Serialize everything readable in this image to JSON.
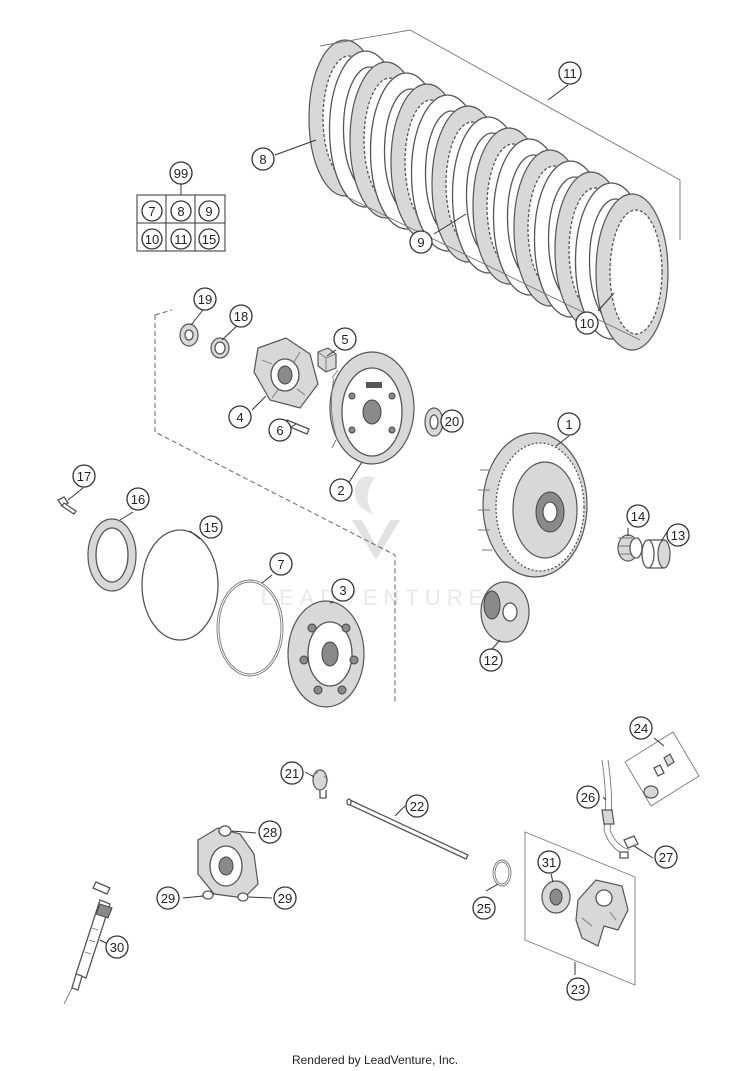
{
  "diagram": {
    "callouts": [
      {
        "id": "1",
        "label": "1"
      },
      {
        "id": "2",
        "label": "2"
      },
      {
        "id": "3",
        "label": "3"
      },
      {
        "id": "4",
        "label": "4"
      },
      {
        "id": "5",
        "label": "5"
      },
      {
        "id": "6",
        "label": "6"
      },
      {
        "id": "7",
        "label": "7"
      },
      {
        "id": "8",
        "label": "8"
      },
      {
        "id": "9",
        "label": "9"
      },
      {
        "id": "10",
        "label": "10"
      },
      {
        "id": "11",
        "label": "11"
      },
      {
        "id": "12",
        "label": "12"
      },
      {
        "id": "13",
        "label": "13"
      },
      {
        "id": "14",
        "label": "14"
      },
      {
        "id": "15",
        "label": "15"
      },
      {
        "id": "16",
        "label": "16"
      },
      {
        "id": "17",
        "label": "17"
      },
      {
        "id": "18",
        "label": "18"
      },
      {
        "id": "19",
        "label": "19"
      },
      {
        "id": "20",
        "label": "20"
      },
      {
        "id": "21",
        "label": "21"
      },
      {
        "id": "22",
        "label": "22"
      },
      {
        "id": "23",
        "label": "23"
      },
      {
        "id": "24",
        "label": "24"
      },
      {
        "id": "25",
        "label": "25"
      },
      {
        "id": "26",
        "label": "26"
      },
      {
        "id": "27",
        "label": "27"
      },
      {
        "id": "28",
        "label": "28"
      },
      {
        "id": "29a",
        "label": "29"
      },
      {
        "id": "29b",
        "label": "29"
      },
      {
        "id": "30",
        "label": "30"
      },
      {
        "id": "31",
        "label": "31"
      }
    ],
    "kit": {
      "label": "99",
      "items": [
        "7",
        "8",
        "9",
        "10",
        "11",
        "15"
      ]
    },
    "watermark": "LEADVENTURE"
  },
  "footer": {
    "credit": "Rendered by LeadVenture, Inc."
  }
}
